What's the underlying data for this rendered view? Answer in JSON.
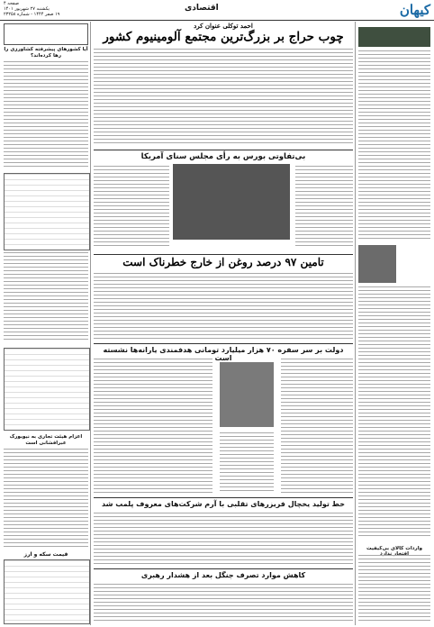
{
  "header": {
    "logo": "کیهان",
    "section": "اقتصادی",
    "page_no": "صفحه ۴",
    "date_line": "یکشنبه ۲۷ شهریور ۱۴۰۱",
    "issue": "۱۹ صفر ۱۴۴۴ - شماره ۲۳۲۵۸"
  },
  "main": {
    "kicker": "احمد توکلی عنوان کرد",
    "headline": "چوب حراج بر بزرگ‌ترین مجتمع آلومینیوم کشور",
    "story2": "بی‌تفاوتی بورس به رأی مجلس سنای آمریکا",
    "story3": "تامین ۹۷ درصد روغن از خارج خطرناک است",
    "story4": "دولت بر سر سفره ۷۰ هزار میلیارد تومانی هدفمندی یارانه‌ها نشسته است",
    "story5": "خط تولید یخچال فریزرهای تقلبی با آرم شرکت‌های معروف پلمب شد",
    "story6": "کاهش موارد تصرف جنگل بعد از هشدار رهبری"
  },
  "left_col": {
    "title": "آیا کشورهای پیشرفته کشاورزی را رها کرده‌اند؟",
    "subtitle": "اعزام هیئت تجاری به نیوبورک عبرافشانی است",
    "price_box": "قیمت سکه و ارز"
  },
  "right_col": {
    "bottom_title": "واردات کالای بی‌کیفیت افتخار ندارد"
  }
}
